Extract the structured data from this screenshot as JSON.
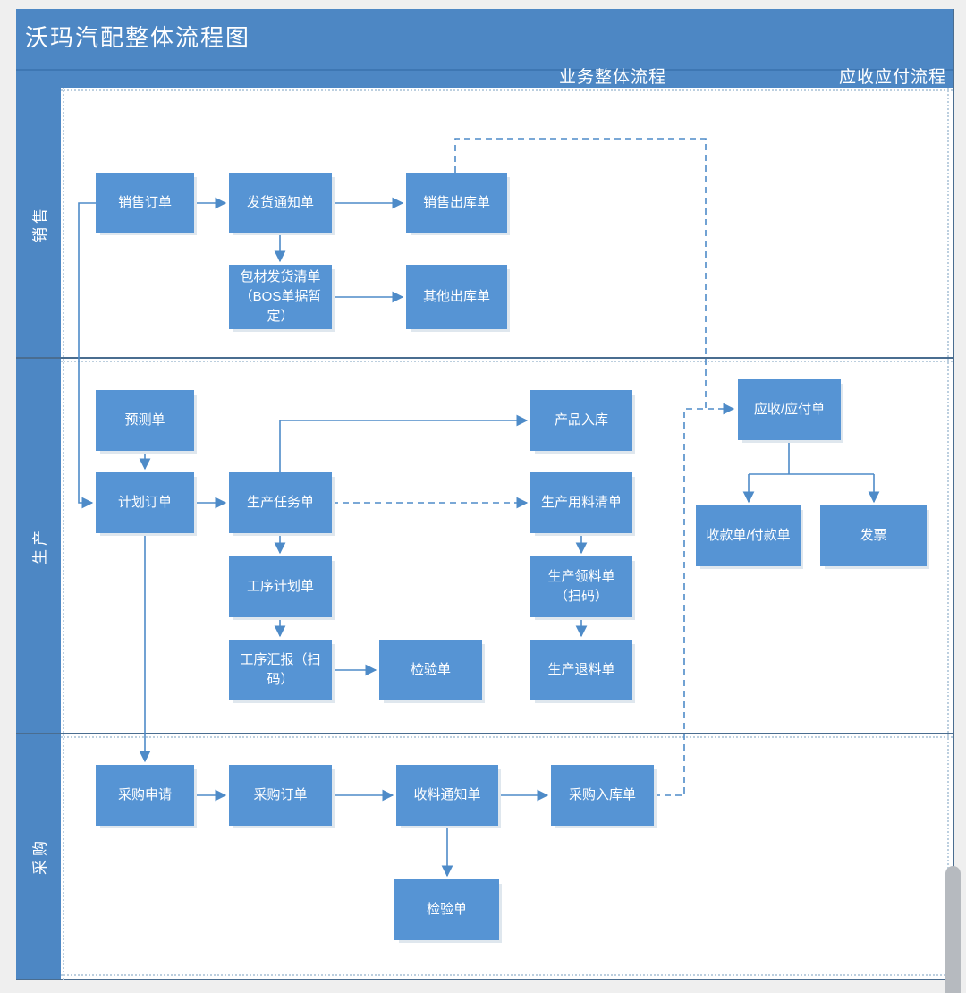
{
  "title": "沃玛汽配整体流程图",
  "column_headers": {
    "business": "业务整体流程",
    "finance": "应收应付流程"
  },
  "lanes": {
    "sales": "销售",
    "production": "生产",
    "purchase": "采购"
  },
  "nodes": {
    "sales_order": "销售订单",
    "delivery_notice": "发货通知单",
    "sales_outbound": "销售出库单",
    "packing_list": "包材发货清单（BOS单据暂定）",
    "other_outbound": "其他出库单",
    "forecast": "预测单",
    "plan_order": "计划订单",
    "prod_task": "生产任务单",
    "process_plan": "工序计划单",
    "process_report": "工序汇报（扫码）",
    "inspection_prod": "检验单",
    "product_inbound": "产品入库",
    "prod_material_list": "生产用料清单",
    "prod_material_issue": "生产领料单（扫码）",
    "prod_material_return": "生产退料单",
    "ar_ap": "应收/应付单",
    "receipt_payment": "收款单/付款单",
    "invoice": "发票",
    "purchase_request": "采购申请",
    "purchase_order": "采购订单",
    "receiving_notice": "收料通知单",
    "purchase_inbound": "采购入库单",
    "inspection_purchase": "检验单"
  },
  "colors": {
    "page_bg": "#efefef",
    "header_fill": "#4d87c4",
    "box_fill": "#5694d4",
    "connector": "#4e8bc8",
    "lane_line": "#4a6d90",
    "column_divider": "#82abd3",
    "dotted": "#bccfdf",
    "scrollbar_thumb": "#b6babf"
  }
}
